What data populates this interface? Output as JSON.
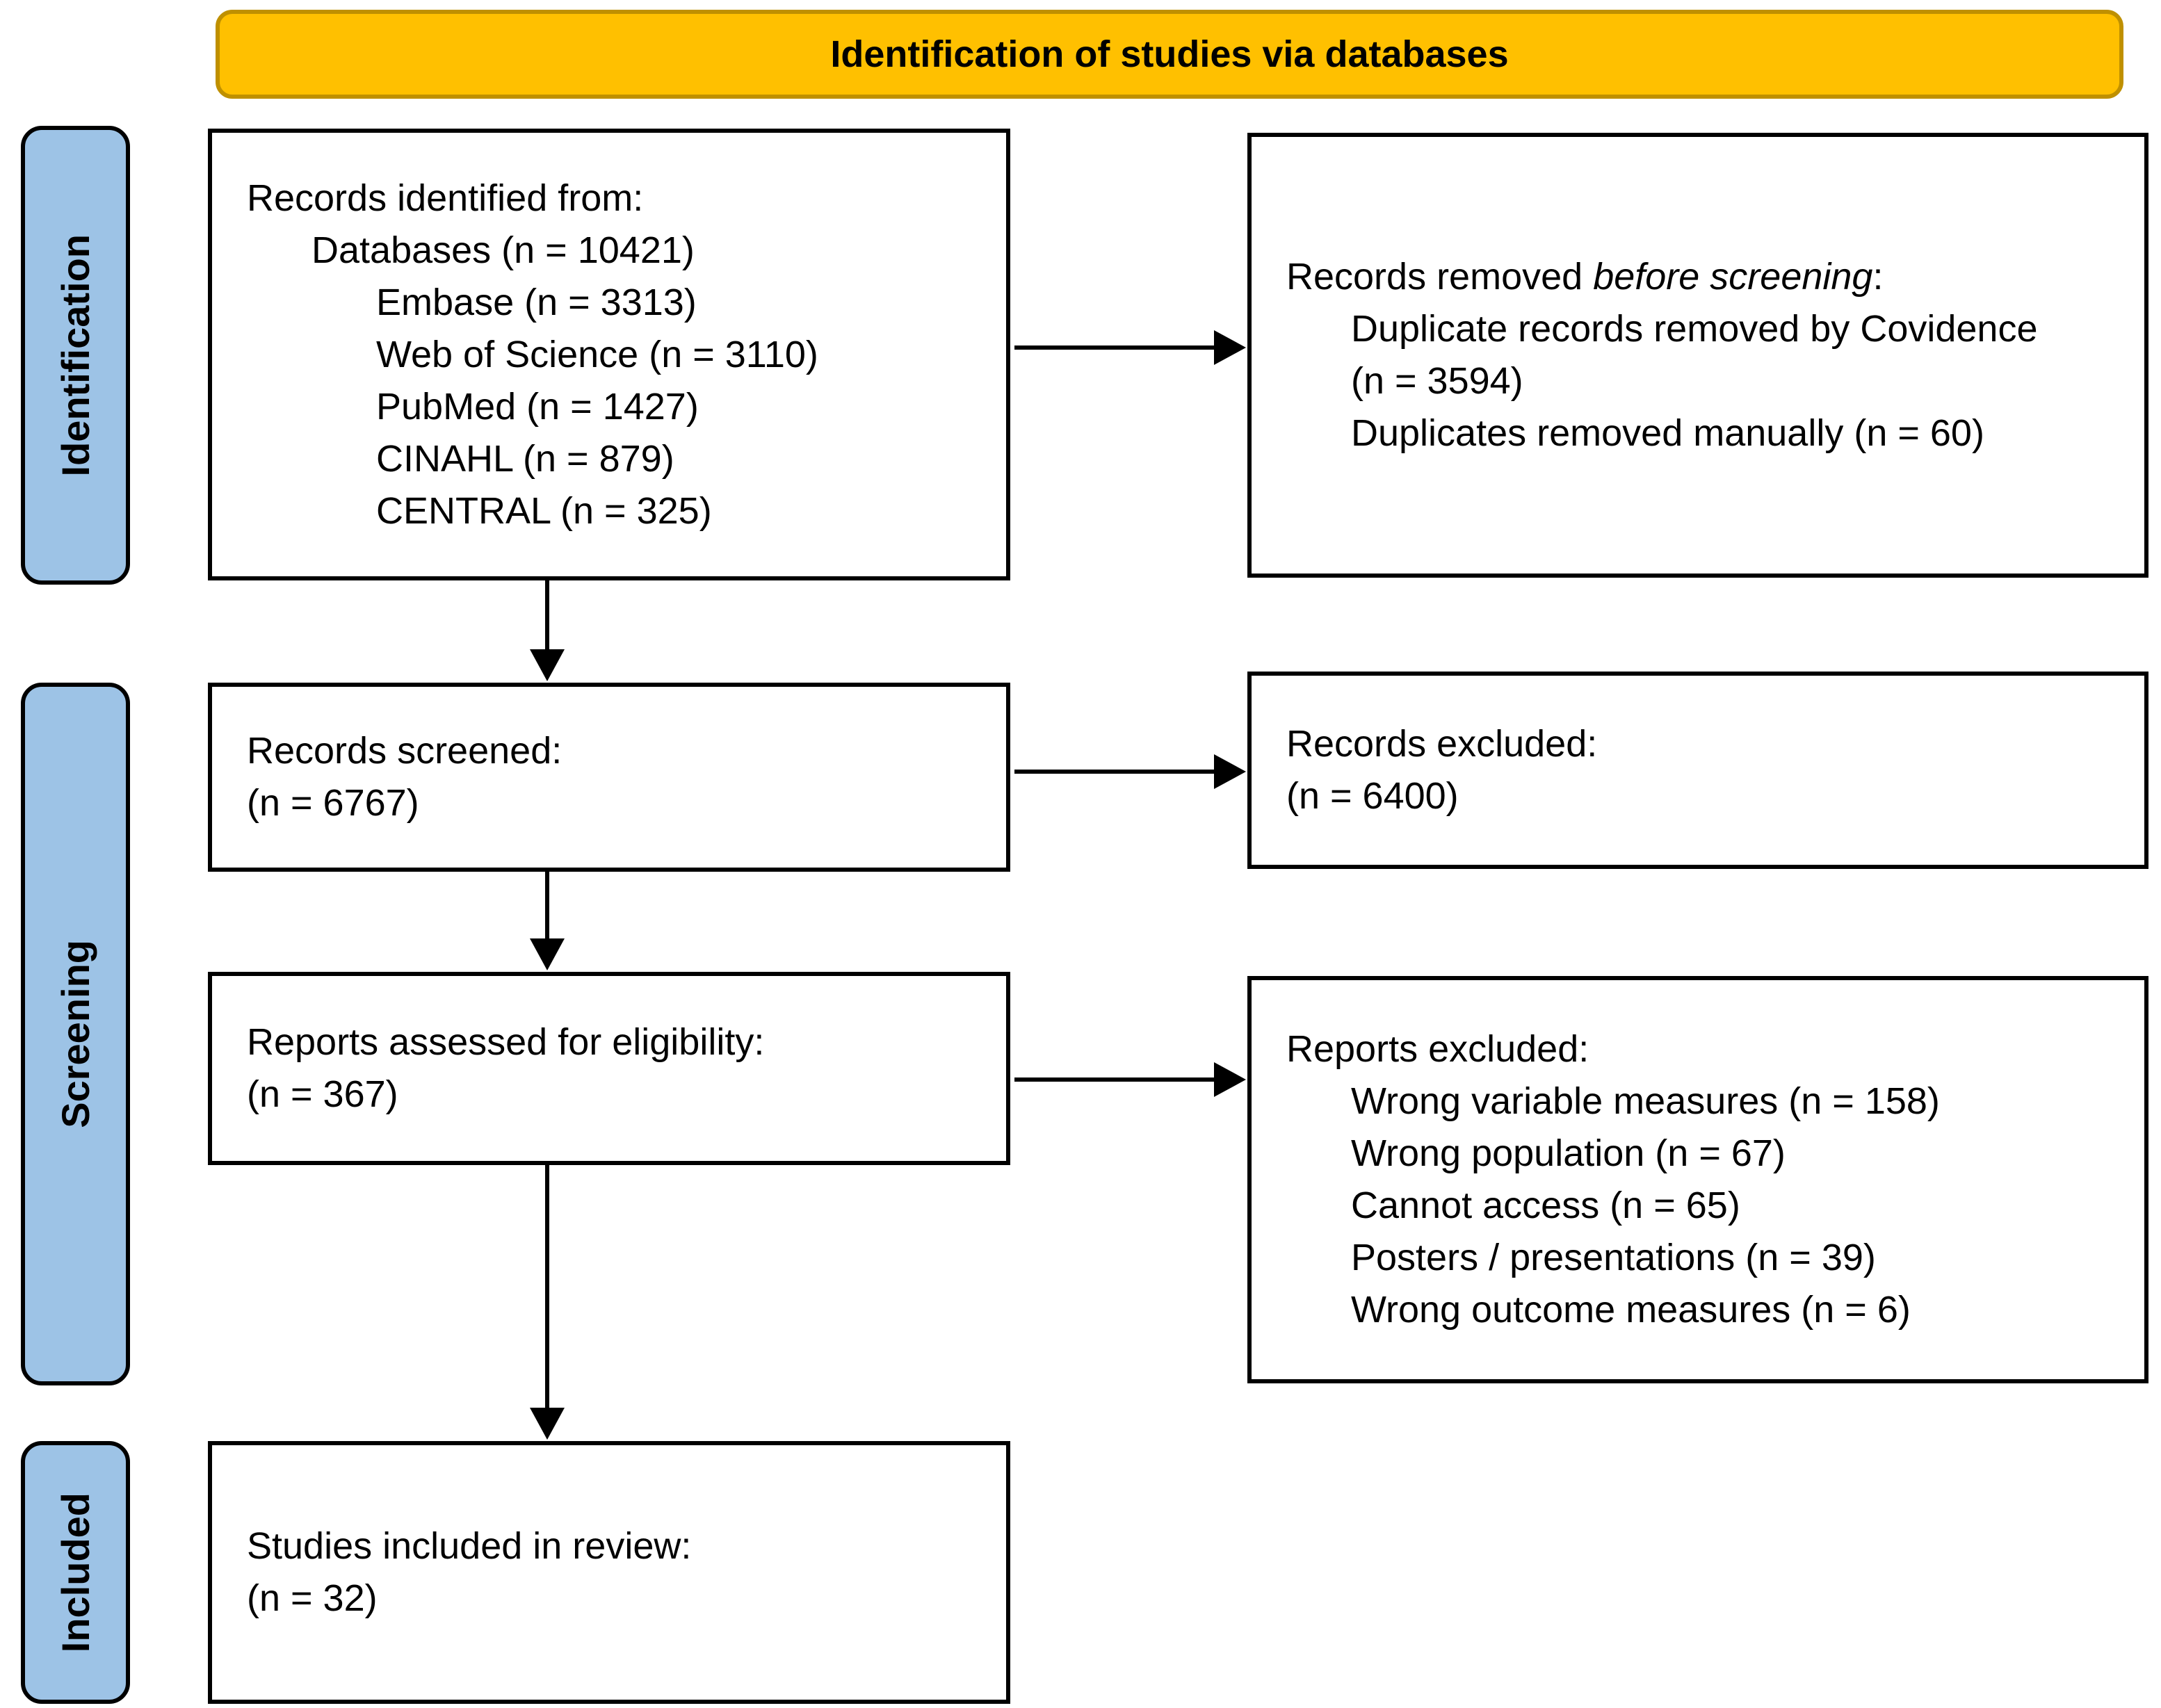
{
  "banner": {
    "label": "Identification of studies via databases"
  },
  "colors": {
    "banner_fill": "#FFC000",
    "banner_border": "#BF9000",
    "stage_fill": "#9DC3E6",
    "box_border": "#000000"
  },
  "stages": {
    "identification": "Identification",
    "screening": "Screening",
    "included": "Included"
  },
  "boxes": {
    "identified": {
      "lines": [
        {
          "indent": 0,
          "runs": [
            {
              "text": "Records identified from:",
              "italic": false
            }
          ]
        },
        {
          "indent": 1,
          "runs": [
            {
              "text": "Databases (n = 10421)",
              "italic": false
            }
          ]
        },
        {
          "indent": 2,
          "runs": [
            {
              "text": "Embase (n = 3313)",
              "italic": false
            }
          ]
        },
        {
          "indent": 2,
          "runs": [
            {
              "text": "Web of Science (n = 3110)",
              "italic": false
            }
          ]
        },
        {
          "indent": 2,
          "runs": [
            {
              "text": "PubMed (n = 1427)",
              "italic": false
            }
          ]
        },
        {
          "indent": 2,
          "runs": [
            {
              "text": "CINAHL (n = 879)",
              "italic": false
            }
          ]
        },
        {
          "indent": 2,
          "runs": [
            {
              "text": "CENTRAL (n = 325)",
              "italic": false
            }
          ]
        }
      ]
    },
    "removed": {
      "lines": [
        {
          "indent": 0,
          "runs": [
            {
              "text": "Records removed ",
              "italic": false
            },
            {
              "text": "before screening",
              "italic": true
            },
            {
              "text": ":",
              "italic": false
            }
          ]
        },
        {
          "indent": 1,
          "runs": [
            {
              "text": "Duplicate records removed by Covidence",
              "italic": false
            }
          ]
        },
        {
          "indent": 1,
          "runs": [
            {
              "text": "(n = 3594)",
              "italic": false
            }
          ]
        },
        {
          "indent": 1,
          "runs": [
            {
              "text": "Duplicates removed manually (n = 60)",
              "italic": false
            }
          ]
        }
      ]
    },
    "screened": {
      "lines": [
        {
          "indent": 0,
          "runs": [
            {
              "text": "Records screened:",
              "italic": false
            }
          ]
        },
        {
          "indent": 0,
          "runs": [
            {
              "text": "(n = 6767)",
              "italic": false
            }
          ]
        }
      ]
    },
    "records_excluded": {
      "lines": [
        {
          "indent": 0,
          "runs": [
            {
              "text": "Records excluded:",
              "italic": false
            }
          ]
        },
        {
          "indent": 0,
          "runs": [
            {
              "text": "(n = 6400)",
              "italic": false
            }
          ]
        }
      ]
    },
    "assessed": {
      "lines": [
        {
          "indent": 0,
          "runs": [
            {
              "text": "Reports assessed for eligibility:",
              "italic": false
            }
          ]
        },
        {
          "indent": 0,
          "runs": [
            {
              "text": "(n = 367)",
              "italic": false
            }
          ]
        }
      ]
    },
    "reports_excluded": {
      "lines": [
        {
          "indent": 0,
          "runs": [
            {
              "text": "Reports excluded:",
              "italic": false
            }
          ]
        },
        {
          "indent": 1,
          "runs": [
            {
              "text": "Wrong variable measures (n = 158)",
              "italic": false
            }
          ]
        },
        {
          "indent": 1,
          "runs": [
            {
              "text": "Wrong population (n = 67)",
              "italic": false
            }
          ]
        },
        {
          "indent": 1,
          "runs": [
            {
              "text": "Cannot access (n = 65)",
              "italic": false
            }
          ]
        },
        {
          "indent": 1,
          "runs": [
            {
              "text": "Posters / presentations (n = 39)",
              "italic": false
            }
          ]
        },
        {
          "indent": 1,
          "runs": [
            {
              "text": "Wrong outcome measures (n = 6)",
              "italic": false
            }
          ]
        }
      ]
    },
    "included_studies": {
      "lines": [
        {
          "indent": 0,
          "runs": [
            {
              "text": "Studies included in review:",
              "italic": false
            }
          ]
        },
        {
          "indent": 0,
          "runs": [
            {
              "text": "(n = 32)",
              "italic": false
            }
          ]
        }
      ]
    }
  }
}
